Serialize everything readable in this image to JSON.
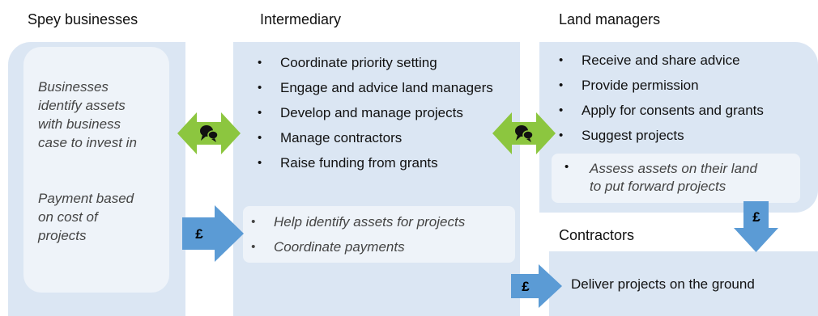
{
  "headings": {
    "spey": "Spey businesses",
    "intermediary": "Intermediary",
    "land_managers": "Land managers",
    "contractors": "Contractors"
  },
  "spey": {
    "text1": "Businesses identify assets with business case to invest in",
    "text1_lines": [
      "Businesses",
      "identify assets",
      "with business",
      "case to invest in"
    ],
    "text2": "Payment based on cost of projects",
    "text2_lines": [
      "Payment based",
      "on cost of",
      "projects"
    ]
  },
  "intermediary": {
    "roles": [
      "Coordinate priority setting",
      "Engage and advice land managers",
      "Develop and manage projects",
      "Manage contractors",
      "Raise funding from grants"
    ],
    "sub_roles": [
      "Help identify assets for projects",
      "Coordinate payments"
    ]
  },
  "land_managers": {
    "roles": [
      "Receive and share advice",
      "Provide permission",
      "Apply for consents and grants",
      "Suggest projects"
    ],
    "sub_role_lines": [
      "Assess assets on their land",
      "to put forward projects"
    ],
    "sub_role": "Assess assets on their land to put forward projects"
  },
  "contractors": {
    "role": "Deliver projects on the ground"
  },
  "arrows": {
    "currency_symbol": "£",
    "exchange_icon": "speech-bubbles-icon"
  },
  "colors": {
    "panel": "#dbe6f3",
    "inner": "#eef3f9",
    "green_arrow": "#8cc63f",
    "blue_arrow": "#5b9bd5"
  }
}
